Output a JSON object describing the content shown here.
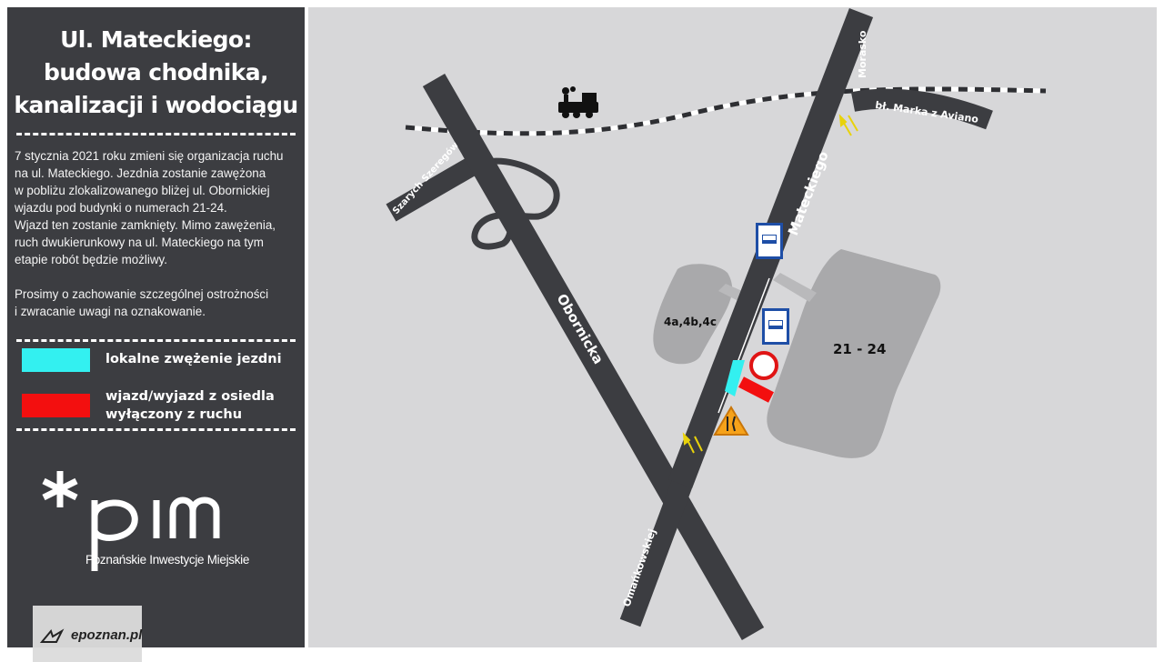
{
  "panel": {
    "title_lines": [
      "Ul. Mateckiego:",
      "budowa chodnika,",
      "kanalizacji i wodociągu"
    ],
    "paragraph1_lines": [
      "7 stycznia 2021 roku zmieni się organizacja ruchu",
      "na ul. Mateckiego. Jezdnia zostanie zawężona",
      "w pobliżu zlokalizowanego bliżej ul. Obornickiej",
      "wjazdu pod budynki o numerach 21-24.",
      "Wjazd ten zostanie zamknięty. Mimo zawężenia,",
      "ruch dwukierunkowy na ul. Mateckiego na tym",
      "etapie robót będzie możliwy."
    ],
    "paragraph2_lines": [
      "Prosimy o zachowanie szczególnej ostrożności",
      "i zwracanie uwagi na oznakowanie."
    ],
    "legend": [
      {
        "color": "#33f0f0",
        "lines": [
          "lokalne zwężenie jezdni"
        ]
      },
      {
        "color": "#f30f0f",
        "lines": [
          "wjazd/wyjazd z osiedla",
          "wyłączony z ruchu"
        ]
      }
    ],
    "logo": {
      "mark": "*pim",
      "subtitle": "Poznańskie Inwestycje Miejskie"
    },
    "watermark": "epoznan.pl"
  },
  "map": {
    "colors": {
      "road": "#3c3d41",
      "building": "#a9a9ab",
      "background": "#d7d7d9",
      "narrowing": "#33f0f0",
      "closed_entry": "#f30f0f"
    },
    "streets": {
      "obornicka": "Obornicka",
      "mateckiego": "Mateckiego",
      "morasko": "Morasko",
      "marka_z_aviano": "bł. Marka z Aviano",
      "szarych_szeregow": "Szarych Szeregów",
      "omankowskiej": "Omańkowskiej"
    },
    "buildings": {
      "left": "4a,4b,4c",
      "right": "21 - 24"
    },
    "icons": [
      "train-icon",
      "bus-stop-icon",
      "no-entry-icon",
      "road-narrows-warning-icon"
    ]
  }
}
